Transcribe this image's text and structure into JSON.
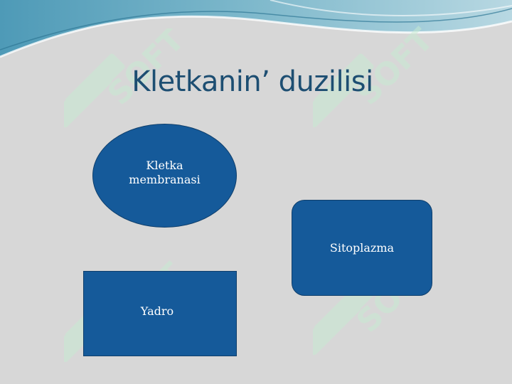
{
  "slide": {
    "title": "Kletkanin’ duzilisi",
    "shapes": {
      "membrane": "Kletka\nmembranasi",
      "cytoplasm": "Sitoplazma",
      "nucleus": "Yadro"
    },
    "watermark": "SOFT",
    "colors": {
      "background": "#d7d7d7",
      "shape_fill": "#155a9a",
      "title": "#1d4e72",
      "header_wave": "#3f8fae",
      "watermark": "#c7ecd2"
    }
  }
}
